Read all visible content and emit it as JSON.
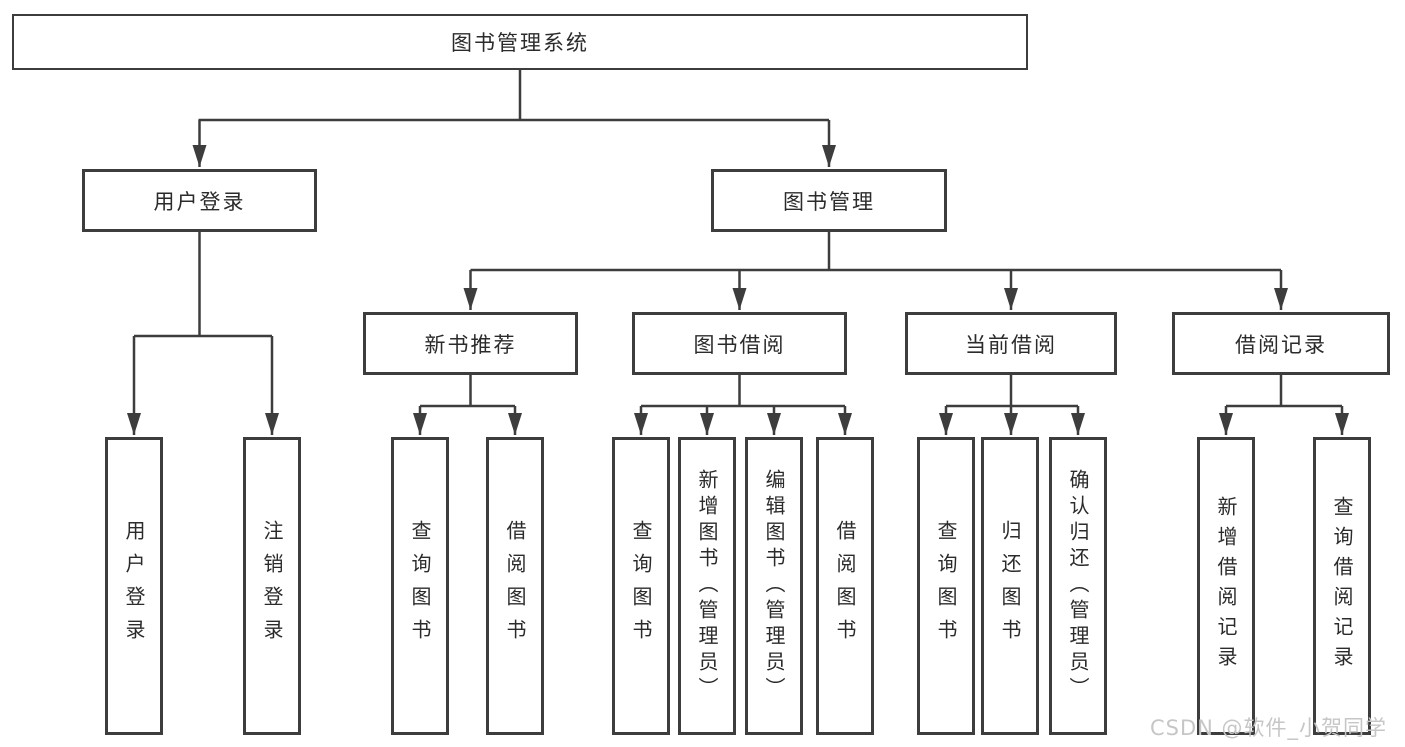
{
  "diagram": {
    "root": {
      "label": "图书管理系统"
    },
    "level2": [
      {
        "label": "用户登录"
      },
      {
        "label": "图书管理"
      }
    ],
    "level3": [
      {
        "label": "新书推荐"
      },
      {
        "label": "图书借阅"
      },
      {
        "label": "当前借阅"
      },
      {
        "label": "借阅记录"
      }
    ],
    "leaves": [
      {
        "label": "用户登录"
      },
      {
        "label": "注销登录"
      },
      {
        "label": "查询图书"
      },
      {
        "label": "借阅图书"
      },
      {
        "label": "查询图书"
      },
      {
        "label": "新增图书（管理员）"
      },
      {
        "label": "编辑图书（管理员）"
      },
      {
        "label": "借阅图书"
      },
      {
        "label": "查询图书"
      },
      {
        "label": "归还图书"
      },
      {
        "label": "确认归还（管理员）"
      },
      {
        "label": "新增借阅记录"
      },
      {
        "label": "查询借阅记录"
      }
    ],
    "watermark": "CSDN @软件_小贺同学",
    "colors": {
      "line": "#3d3d3d",
      "box_border": "#3d3d3d",
      "text": "#2b2b2b",
      "watermark": "#c6c6c6",
      "background": "#ffffff"
    }
  }
}
